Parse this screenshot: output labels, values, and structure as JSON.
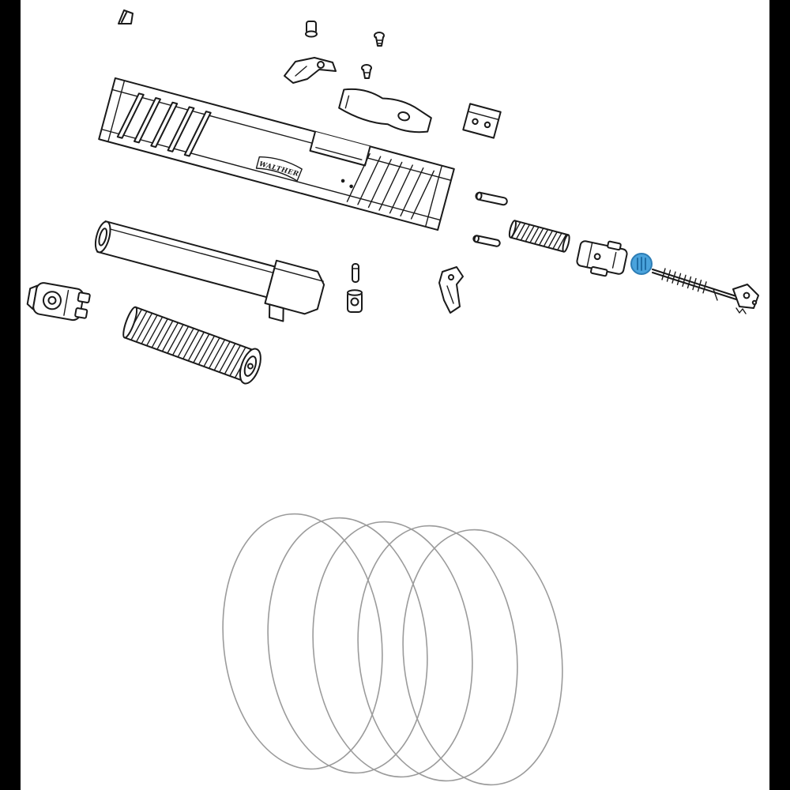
{
  "page": {
    "background": "#ffffff",
    "frame_bar_color": "#000000"
  },
  "diagram": {
    "kind": "exploded-parts-diagram",
    "subject": "pistol slide assembly",
    "brand_text": "WALTHER",
    "line_color": "#1a1a1a",
    "big_spring_color": "#9b9b9b",
    "highlight": {
      "color": "#4aa3dc",
      "stroke": "#2d7db5",
      "detail": "#1f6ea6"
    },
    "parts": [
      "front-sight",
      "striker-cap",
      "screw-top",
      "takedown-lever",
      "screw-mid",
      "slide",
      "cover-plate",
      "rear-sight-block",
      "retaining-pin",
      "lower-pin",
      "striker-spring",
      "striker-housing",
      "highlighted-bushing",
      "striker-rod-assembly",
      "extractor",
      "extractor-pin",
      "plunger-sleeve",
      "front-cap",
      "barrel",
      "recoil-spring-assembly",
      "large-coil-spring"
    ]
  }
}
